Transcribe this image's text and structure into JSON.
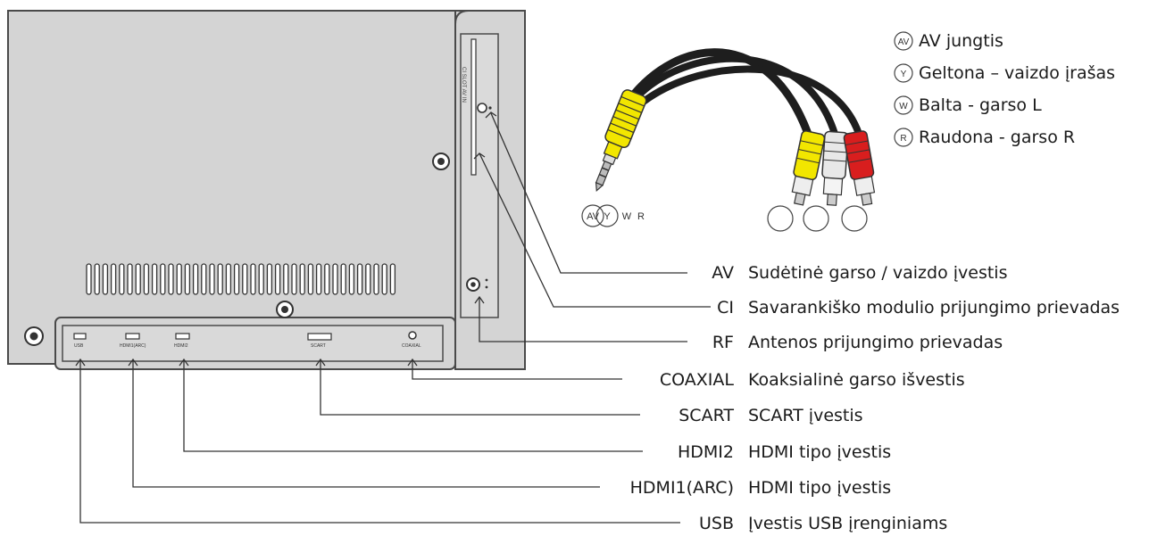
{
  "legend": {
    "items": [
      {
        "code": "AV",
        "text": "AV jungtis"
      },
      {
        "code": "Y",
        "text": "Geltona – vaizdo įrašas"
      },
      {
        "code": "W",
        "text": "Balta - garso L"
      },
      {
        "code": "R",
        "text": "Raudona - garso R"
      }
    ]
  },
  "plug_labels": {
    "av": "AV",
    "y": "Y",
    "w": "W",
    "r": "R"
  },
  "connectors": [
    {
      "id": "av",
      "label": "AV",
      "desc": "Sudėtinė garso / vaizdo įvestis"
    },
    {
      "id": "ci",
      "label": "CI",
      "desc": "Savarankiško modulio prijungimo prievadas"
    },
    {
      "id": "rf",
      "label": "RF",
      "desc": "Antenos prijungimo prievadas"
    },
    {
      "id": "coaxial",
      "label": "COAXIAL",
      "desc": "Koaksialinė garso išvestis"
    },
    {
      "id": "scart",
      "label": "SCART",
      "desc": "SCART įvestis"
    },
    {
      "id": "hdmi2",
      "label": "HDMI2",
      "desc": "HDMI tipo įvestis"
    },
    {
      "id": "hdmi1",
      "label": "HDMI1(ARC)",
      "desc": "HDMI tipo įvestis"
    },
    {
      "id": "usb",
      "label": "USB",
      "desc": "Įvestis USB įrenginiams"
    }
  ],
  "panel_tags": {
    "usb": "USB",
    "hdmi1": "HDMI1(ARC)",
    "hdmi2": "HDMI2",
    "scart": "SCART",
    "coaxial": "COAXIAL",
    "side_slot": "CI SLOT AV IN"
  },
  "colors": {
    "panel": "#d4d4d4",
    "outline": "#4a4a4a",
    "yellow": "#f2e600",
    "red": "#d81e1e",
    "white_plug": "#e8e8e8",
    "cable": "#1e1e1e"
  }
}
